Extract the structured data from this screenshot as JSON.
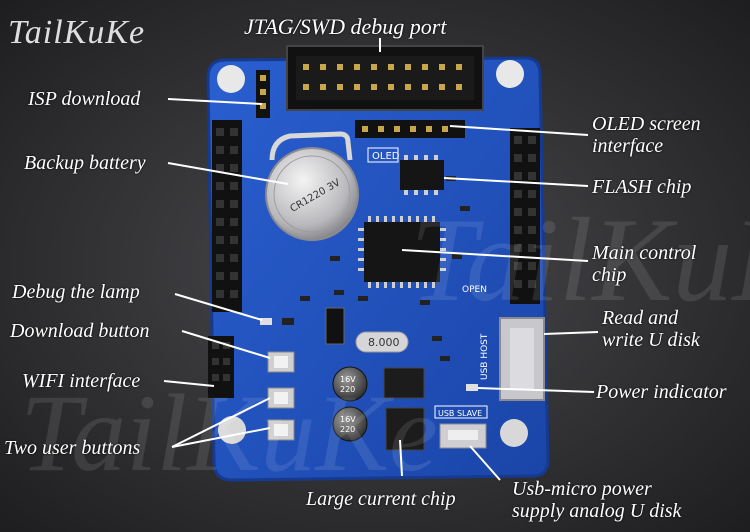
{
  "brand": "TailKuKe",
  "watermark_text": "TailKuKe",
  "title": "JTAG/SWD debug port",
  "labels": {
    "isp": "ISP download",
    "battery": "Backup battery",
    "lamp": "Debug the lamp",
    "download": "Download button",
    "wifi": "WIFI interface",
    "user_buttons": "Two user buttons",
    "oled_1": "OLED screen",
    "oled_2": "interface",
    "flash": "FLASH chip",
    "mcu_1": "Main control",
    "mcu_2": "chip",
    "udisk_1": "Read and",
    "udisk_2": "write U disk",
    "power": "Power indicator",
    "current": "Large current chip",
    "usb_1": "Usb-micro power",
    "usb_2": "supply analog U disk"
  },
  "silkscreen": {
    "oled": "OLED",
    "crystal": "8.000",
    "usb_host": "USB HOST",
    "usb_slave": "USB SLAVE",
    "open": "OPEN",
    "cap_a": "220",
    "cap_b": "16V",
    "battery": "CR1220 3V"
  },
  "colors": {
    "board": "#1f4fbf",
    "board_edge": "#153a8f",
    "background": "#2b2b2d",
    "label": "#ffffff"
  }
}
